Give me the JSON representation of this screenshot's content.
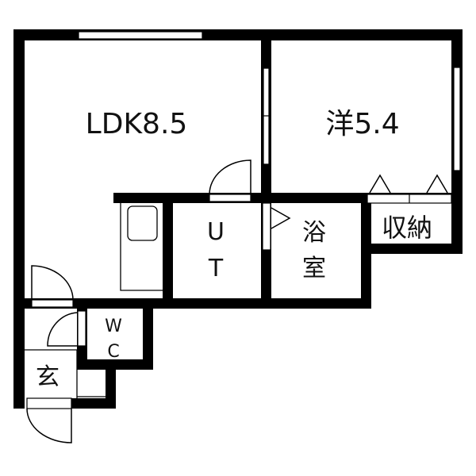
{
  "diagram": {
    "type": "floor-plan",
    "colors": {
      "wall": "#000000",
      "background": "#ffffff",
      "text": "#111111"
    },
    "rooms": [
      {
        "id": "ldk",
        "label": "LDK8.5"
      },
      {
        "id": "western",
        "label": "洋5.4"
      },
      {
        "id": "storage",
        "label": "収納"
      },
      {
        "id": "ut",
        "label_line1": "U",
        "label_line2": "T"
      },
      {
        "id": "bath",
        "label_line1": "浴",
        "label_line2": "室"
      },
      {
        "id": "wc",
        "label_line1": "W",
        "label_line2": "C"
      },
      {
        "id": "entrance",
        "label": "玄"
      }
    ]
  }
}
